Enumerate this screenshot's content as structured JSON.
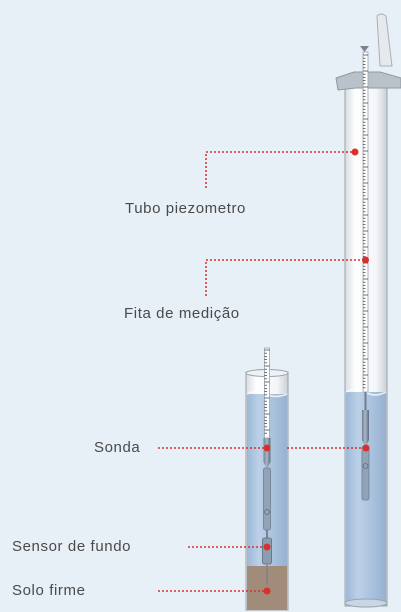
{
  "labels": {
    "piezometer_tube": "Tubo piezometro",
    "measuring_tape": "Fita de medição",
    "probe": "Sonda",
    "bottom_sensor": "Sensor de fundo",
    "firm_soil": "Solo firme"
  },
  "colors": {
    "background": "#e7eff7",
    "callout": "#d9302c",
    "water": "#a9c3e0",
    "soil": "#a08c78",
    "tube": "#f5f7f8"
  }
}
